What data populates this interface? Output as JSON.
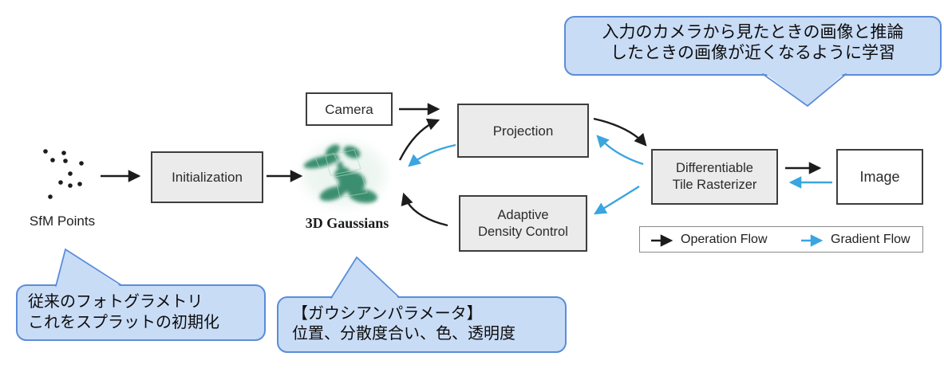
{
  "pipeline": {
    "sfm_caption": "SfM Points",
    "gaussians_caption": "3D Gaussians",
    "boxes": {
      "initialization": "Initialization",
      "camera": "Camera",
      "projection": "Projection",
      "adaptive_line1": "Adaptive",
      "adaptive_line2": "Density Control",
      "rasterizer_line1": "Differentiable",
      "rasterizer_line2": "Tile Rasterizer",
      "image": "Image"
    },
    "legend": {
      "operation_flow": "Operation Flow",
      "gradient_flow": "Gradient Flow"
    }
  },
  "annotations": {
    "training_note": {
      "line1": "入力のカメラから見たときの画像と推論",
      "line2": "したときの画像が近くなるように学習"
    },
    "sfm_note": {
      "line1": "従来のフォトグラメトリ",
      "line2": "これをスプラットの初期化"
    },
    "gaussian_params_note": {
      "line1": "【ガウシアンパラメータ】",
      "line2": "位置、分散度合い、色、透明度"
    }
  },
  "icons": {
    "sfm_points": "scatter-dots-icon",
    "gaussians": "gaussian-splat-bunny-icon",
    "operation_arrow": "black-arrow-icon",
    "gradient_arrow": "blue-arrow-icon"
  },
  "colors": {
    "operation_flow": "#1c1c1c",
    "gradient_flow": "#3aa5e0",
    "box_fill": "#ebebeb",
    "box_border": "#3d3d3d",
    "callout_fill": "#c9dcf6",
    "callout_border": "#5b8dd9",
    "gaussian_green": "#2e8766"
  }
}
